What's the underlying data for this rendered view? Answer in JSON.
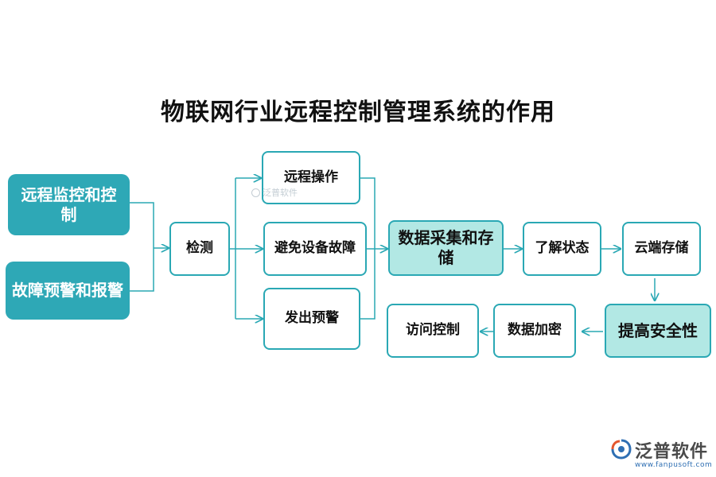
{
  "title": "物联网行业远程控制管理系统的作用",
  "nodes": {
    "remote_monitor": "远程监控和控制",
    "fault_warning": "故障预警和报警",
    "detect": "检测",
    "remote_op": "远程操作",
    "avoid_fault": "避免设备故障",
    "issue_warning": "发出预警",
    "data_collect": "数据采集和存储",
    "know_status": "了解状态",
    "cloud_storage": "云端存储",
    "improve_security": "提高安全性",
    "data_encrypt": "数据加密",
    "access_control": "访问控制"
  },
  "watermark": "泛普软件",
  "logo": {
    "name": "泛普软件",
    "url": "www.fanpusoft.com"
  },
  "colors": {
    "teal": "#2ea8b6",
    "light_teal": "#b2e8e4",
    "line": "#2aa8b4"
  }
}
